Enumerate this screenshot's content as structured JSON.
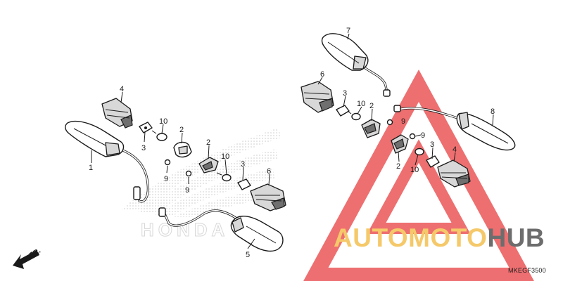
{
  "diagram": {
    "reference_code": "MKEGF3500",
    "direction_label": "FR.",
    "callouts": {
      "p1": "1",
      "p2a": "2",
      "p2b": "2",
      "p2c": "2",
      "p2d": "2",
      "p3a": "3",
      "p3b": "3",
      "p3c": "3",
      "p3d": "3",
      "p4a": "4",
      "p4b": "4",
      "p5": "5",
      "p6a": "6",
      "p6b": "6",
      "p7": "7",
      "p8": "8",
      "p9a": "9",
      "p9b": "9",
      "p9c": "9",
      "p9d": "9",
      "p10a": "10",
      "p10b": "10",
      "p10c": "10",
      "p10d": "10"
    }
  },
  "watermark": {
    "word_part1": "AUTOMOTO",
    "word_part2": "HUB",
    "color_gold": "#f5c96a",
    "color_grey": "#6d6d6d",
    "triangle_color": "#e8383a"
  },
  "background_logo": {
    "text": "HONDA"
  }
}
